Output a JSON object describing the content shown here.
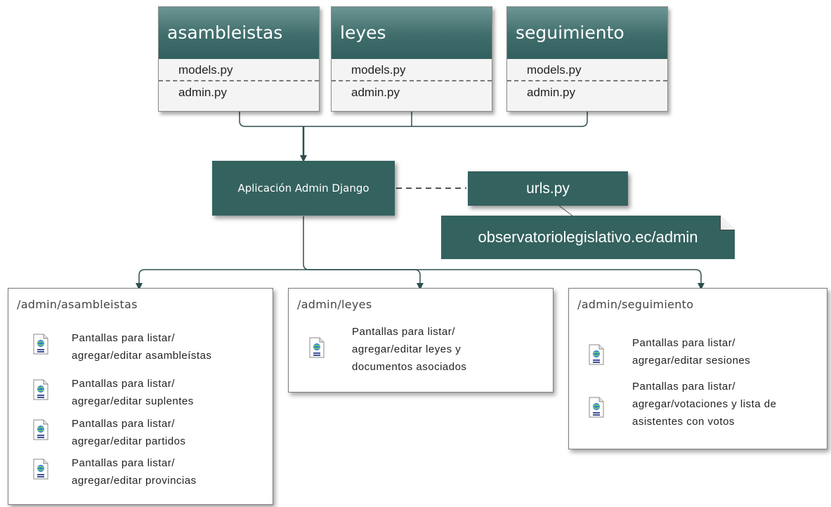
{
  "modules": [
    {
      "name": "asambleistas",
      "files": [
        "models.py",
        "admin.py"
      ]
    },
    {
      "name": "leyes",
      "files": [
        "models.py",
        "admin.py"
      ]
    },
    {
      "name": "seguimiento",
      "files": [
        "models.py",
        "admin.py"
      ]
    }
  ],
  "admin_app": {
    "label": "Aplicación Admin Django"
  },
  "urls": {
    "label": "urls.py"
  },
  "url_note": {
    "label": "observatoriolegislativo.ec/admin"
  },
  "panels": [
    {
      "title": "/admin/asambleistas",
      "items": [
        {
          "line1": "Pantallas para listar/",
          "line2": "agregar/editar asambleístas"
        },
        {
          "line1": "Pantallas para listar/",
          "line2": "agregar/editar suplentes"
        },
        {
          "line1": "Pantallas para listar/",
          "line2": "agregar/editar partidos"
        },
        {
          "line1": "Pantallas para listar/",
          "line2": "agregar/editar provincias"
        }
      ]
    },
    {
      "title": "/admin/leyes",
      "items": [
        {
          "line1": "Pantallas para listar/",
          "line2": "agregar/editar leyes y",
          "line3": "documentos asociados"
        }
      ]
    },
    {
      "title": "/admin/seguimiento",
      "items": [
        {
          "line1": "Pantallas para listar/",
          "line2": "agregar/editar sesiones"
        },
        {
          "line1": "Pantallas para listar/",
          "line2": "agregar/votaciones y lista de",
          "line3": "asistentes con votos"
        }
      ]
    }
  ],
  "colors": {
    "node": "#34625f",
    "connector": "#2f4f4e",
    "border": "#7c7c7c"
  },
  "icons": {
    "page": "web-page-document-icon"
  }
}
